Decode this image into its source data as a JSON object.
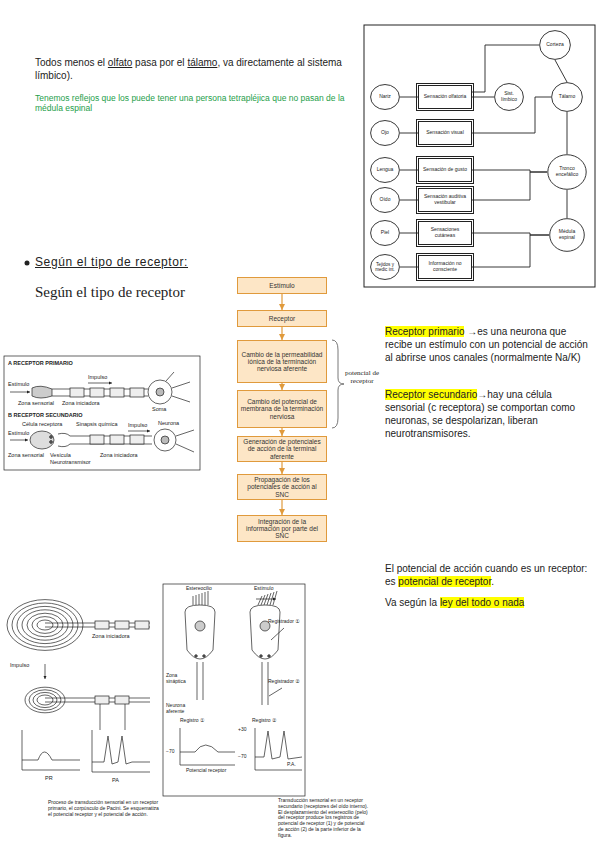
{
  "diagram": {
    "nodes": [
      {
        "text": [
          "Nariz"
        ]
      },
      {
        "text": [
          "Ojo"
        ]
      },
      {
        "text": [
          "Lengua"
        ]
      },
      {
        "text": [
          "Oído"
        ]
      },
      {
        "text": [
          "Piel"
        ]
      },
      {
        "text": [
          "Tejidos y medic int."
        ]
      },
      {
        "text": [
          "Sensación olfatoria"
        ]
      },
      {
        "text": [
          "Sensación visual"
        ]
      },
      {
        "text": [
          "Sensación de gusto"
        ]
      },
      {
        "text": [
          "Sensación auditiva vestibular"
        ]
      },
      {
        "text": [
          "Sensaciones cutáneas"
        ]
      },
      {
        "text": [
          "Información no consciente"
        ]
      },
      {
        "text": [
          "Corteza"
        ]
      },
      {
        "text": [
          "Sist. límbico"
        ]
      },
      {
        "text": [
          "Tálamo"
        ]
      },
      {
        "text": [
          "Tronco encefálico"
        ]
      },
      {
        "text": [
          "Médula espinal"
        ]
      },
      {
        "text": [
          "Estímulo"
        ]
      },
      {
        "text": [
          "Receptor"
        ]
      },
      {
        "text": [
          "Cambio de la permeabilidad iónica de la terminación nerviosa aferente"
        ]
      },
      {
        "text": [
          "Cambio del potencial de membrana de la terminación nerviosa"
        ]
      },
      {
        "text": [
          "Generación de potenciales de acción de la terminal aferente"
        ]
      },
      {
        "text": [
          "Propagación de los potenciales de acción al SNC"
        ]
      },
      {
        "text": [
          "Integración de la información por parte del SNC"
        ]
      }
    ],
    "edges": [
      {
        "from": 0,
        "to": 6,
        "arrow": "none"
      },
      {
        "from": 1,
        "to": 7,
        "arrow": "none"
      },
      {
        "from": 2,
        "to": 8,
        "arrow": "none"
      },
      {
        "from": 3,
        "to": 9,
        "arrow": "none"
      },
      {
        "from": 4,
        "to": 10,
        "arrow": "none"
      },
      {
        "from": 5,
        "to": 11,
        "arrow": "none"
      },
      {
        "from": 6,
        "to": 13,
        "arrow": "none"
      },
      {
        "from": 6,
        "to": 12,
        "arrow": "none"
      },
      {
        "from": 7,
        "to": 14,
        "arrow": "none"
      },
      {
        "from": 8,
        "to": 15,
        "arrow": "none"
      },
      {
        "from": 9,
        "to": 15,
        "arrow": "none"
      },
      {
        "from": 10,
        "to": 16,
        "arrow": "none"
      },
      {
        "from": 11,
        "to": 16,
        "arrow": "none"
      },
      {
        "from": 14,
        "to": 12,
        "arrow": "none"
      },
      {
        "from": 15,
        "to": 14,
        "arrow": "none"
      },
      {
        "from": 16,
        "to": 15,
        "arrow": "none"
      },
      {
        "from": 17,
        "to": 18,
        "arrow": "to"
      },
      {
        "from": 18,
        "to": 19,
        "arrow": "to"
      },
      {
        "from": 19,
        "to": 20,
        "arrow": "to"
      },
      {
        "from": 20,
        "to": 21,
        "arrow": "to"
      },
      {
        "from": 21,
        "to": 22,
        "arrow": "to"
      },
      {
        "from": 22,
        "to": 23,
        "arrow": "to"
      }
    ],
    "labels": [
      "Todos menos el",
      "olfato",
      "pasa por el",
      "tálamo",
      ", va directamente al sistema límbico).",
      "Tenemos reflejos que los puede tener una persona tetrapléjica que no pasan de la médula espinal",
      "Según el tipo de receptor:",
      "Según el tipo de receptor",
      "potencial de receptor",
      "A RECEPTOR PRIMARIO",
      "Estímulo",
      "Impulso",
      "Zona sensorial",
      "Zona iniciadora",
      "Soma",
      "B RECEPTOR SECUNDARIO",
      "Célula receptora",
      "Sinapsis química",
      "Impulso",
      "Neurona",
      "Estímulo",
      "Zona sensorial",
      "Vesícula",
      "Neurotransmisor",
      "Zona iniciadora",
      "Receptor primario",
      "→es una neurona que recibe un estímulo con un potencial de acción al abrirse unos canales (normalmente Na/K)",
      "Receptor secundario",
      "→hay una célula sensorial (c receptora) se comportan como neuronas, se despolarizan, liberan neurotransmisores.",
      "El potencial de acción cuando es un receptor: es",
      "potencial de receptor",
      ".",
      "Va según la",
      "ley del todo o nada",
      "Impulso",
      "Zona iniciadora",
      "PR",
      "PA",
      "Proceso de transducción sensorial en un receptor primario, el corpúsculo de Pacini. Se esquematiza el potencial receptor y el potencial de acción.",
      "Estereocilio",
      "Estímulo",
      "Registrador ①",
      "Registrador ②",
      "Zona sináptica",
      "Neurona aferente",
      "Registro ①",
      "Registro ②",
      "−70",
      "+30",
      "−70",
      "Potencial receptor",
      "P.A.",
      "Transducción sensorial en un receptor secundario (receptores del oído interno). El desplazamiento del estereocilio (pelo) del receptor produce los registros de potencial de receptor (1) y de potencial de acción (2) de la parte inferior de la figura."
    ]
  }
}
